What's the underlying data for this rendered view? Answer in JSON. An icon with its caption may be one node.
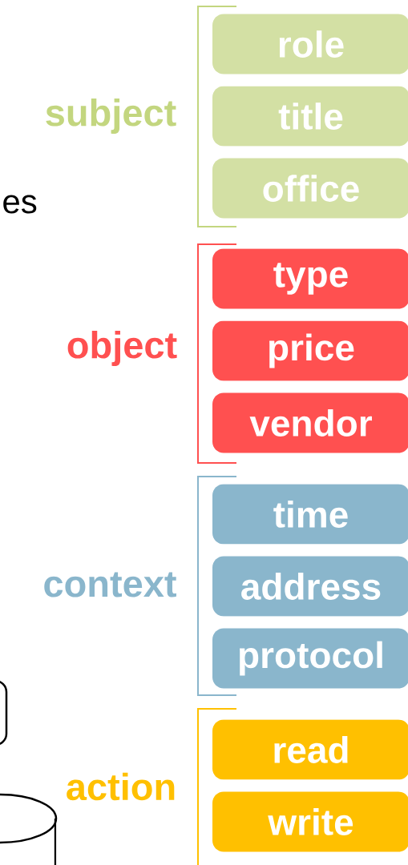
{
  "diagram": {
    "nodes": [
      {
        "text": [
          "role"
        ]
      },
      {
        "text": [
          "title"
        ]
      },
      {
        "text": [
          "office"
        ]
      },
      {
        "text": [
          "type"
        ]
      },
      {
        "text": [
          "price"
        ]
      },
      {
        "text": [
          "vendor"
        ]
      },
      {
        "text": [
          "time"
        ]
      },
      {
        "text": [
          "address"
        ]
      },
      {
        "text": [
          "protocol"
        ]
      },
      {
        "text": [
          "read"
        ]
      },
      {
        "text": [
          "write"
        ]
      },
      {
        "text": [],
        "shape": "box"
      },
      {
        "text": [],
        "shape": "cylinder"
      }
    ],
    "labels": [
      "subject",
      "es",
      "object",
      "context",
      "action"
    ]
  }
}
